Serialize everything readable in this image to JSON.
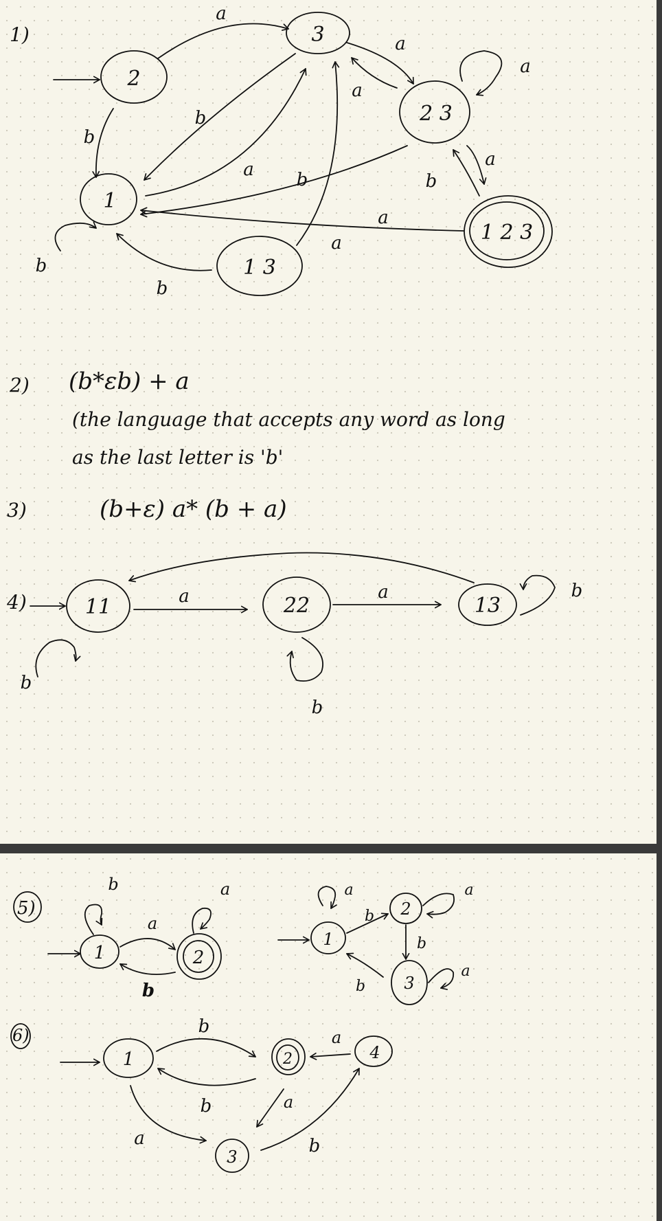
{
  "colors": {
    "paper": "#f7f5ea",
    "ink": "#111111",
    "dots": "#c9c5b6",
    "frame": "#3a3a3a"
  },
  "problem1": {
    "number": "1)",
    "states": {
      "s2": "2",
      "s3": "3",
      "s23": "2 3",
      "s1": "1",
      "s123": "1 2 3",
      "s13": "1 3"
    },
    "labels": {
      "e2_3": "a",
      "e3_23": "a",
      "e23_3": "a",
      "e23_self": "a",
      "e2_1": "b",
      "e3_1": "b",
      "e1_3": "a",
      "e13_3": "b",
      "e123_23": "b",
      "e23_123": "a",
      "e123_1": "a",
      "e13_3b": "a",
      "e1_self": "b",
      "e13_1": "b"
    }
  },
  "problem2": {
    "number": "2)",
    "regex": "(b*εb) + a",
    "line1": "(the language that accepts any word as long",
    "line2": "as the last letter is 'b'"
  },
  "problem3": {
    "number": "3)",
    "regex": "(b+ε) a* (b + a)"
  },
  "problem4": {
    "number": "4)",
    "states": {
      "s11": "11",
      "s22": "22",
      "s13": "13"
    },
    "labels": {
      "e11_22": "a",
      "e22_13": "a",
      "e13_self": "b",
      "e11_self": "b",
      "e22_self": "b"
    }
  },
  "problem5": {
    "number": "5)",
    "dfaA": {
      "states": {
        "s1": "1",
        "s2": "2"
      },
      "labels": {
        "self1": "b",
        "self2": "a",
        "e12": "a",
        "e21": "b"
      }
    },
    "dfaB": {
      "states": {
        "s1": "1",
        "s2": "2",
        "s3": "3"
      },
      "labels": {
        "self1": "a",
        "e12": "b",
        "self2": "a",
        "e23": "b",
        "self3": "a",
        "e31": "b"
      }
    }
  },
  "problem6": {
    "number": "6)",
    "states": {
      "s1": "1",
      "s2": "2",
      "s3": "3",
      "s4": "4"
    },
    "labels": {
      "e12": "b",
      "e21": "b",
      "e42": "a",
      "e23": "a",
      "e13": "a",
      "e34": "b"
    }
  }
}
